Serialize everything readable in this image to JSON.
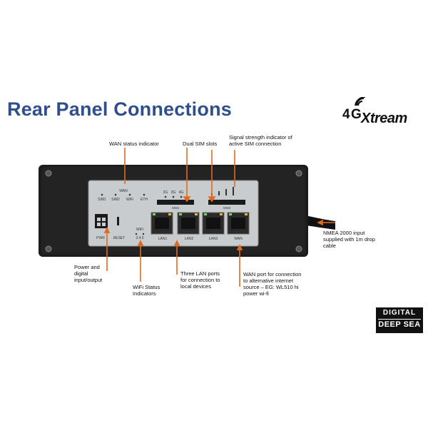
{
  "title": "Rear Panel Connections",
  "logo": {
    "four": "4",
    "g": "G",
    "xtream": "Xtream"
  },
  "brand_badge": {
    "line1": "DIGITAL",
    "line2": "DEEP SEA"
  },
  "callouts": {
    "wan_status": "WAN status indicator",
    "dual_sim": "Dual SIM slots",
    "signal_strength": "Signal strength indicator of active SIM connection",
    "nmea": "NMEA 2000 input supplied with 1m drop cable",
    "power": "Power and digital input/output",
    "wifi_status": "WiFi Status Indicators",
    "lan_ports": "Three LAN ports for connection to local devices",
    "wan_port": "WAN port for connection to alternative internet source – EG: WL510 hi power wi-fi"
  },
  "device_labels": {
    "wan": "WAN",
    "sim1": "SIM1",
    "sim2": "SIM2",
    "wifi": "WiFi",
    "eth": "ETH",
    "g2": "2G",
    "g3": "3G",
    "g4": "4G",
    "slot_sim1": "SIM1",
    "slot_sim2": "SIM2",
    "pwr": "PWR",
    "reset": "RESET",
    "wifi_bottom": "WiFi",
    "wifi_bands": "2.4  5",
    "lan1": "LAN1",
    "lan2": "LAN2",
    "lan3": "LAN3",
    "wan_port": "WAN"
  },
  "colors": {
    "title": "#2e4f8c",
    "callout_line": "#e06a1c",
    "panel": "#c9ccce",
    "enclosure": "#1c1c1c"
  }
}
